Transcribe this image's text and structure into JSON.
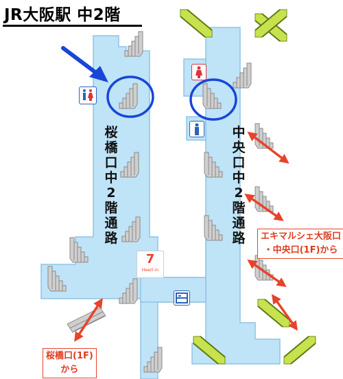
{
  "title": "JR大阪駅 中2階",
  "corridors": {
    "west": "桜橋口中2階通路",
    "central": "中央口中2階通路"
  },
  "callouts": {
    "ekimarche_line1": "エキマルシェ大阪口",
    "ekimarche_line2": "・中央口(1F)から",
    "sakurabashi_line1": "桜橋口(1F)",
    "sakurabashi_line2": "から"
  },
  "store": {
    "name": "Heart-in",
    "brand": "7"
  },
  "colors": {
    "floor": "#bfe3f7",
    "floor_edge": "#8fc4e4",
    "stair": "#b9b9b9",
    "escalator": "#b7d940",
    "highlight_circle": "#1746d8",
    "arrow_red": "#e8432a",
    "arrow_blue": "#1746d8"
  },
  "icons": [
    "restroom-icon",
    "womens-restroom-icon",
    "mens-restroom-icon",
    "coin-locker-icon",
    "convenience-store-icon"
  ]
}
